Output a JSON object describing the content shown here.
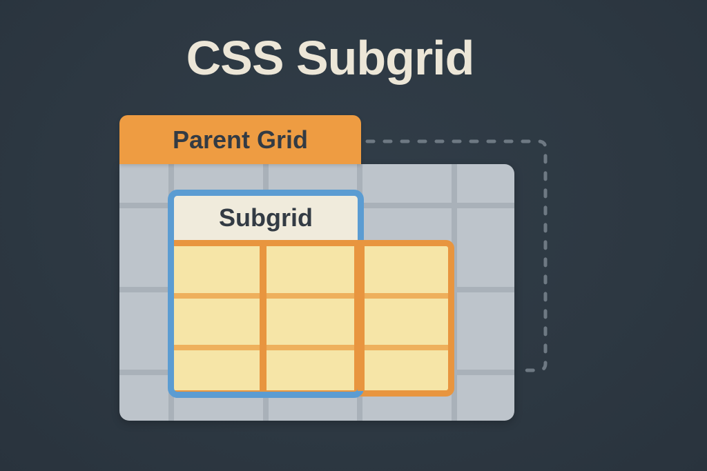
{
  "title": "CSS Subgrid",
  "diagram": {
    "parent_grid": {
      "label": "Parent Grid",
      "columns": 5,
      "rows": 4,
      "column_line_offsets": [
        71,
        208,
        344,
        481
      ],
      "row_line_offsets": [
        56,
        178,
        298
      ]
    },
    "subgrid": {
      "label": "Subgrid",
      "columns": 3,
      "rows": 3,
      "column_line_offsets": [
        129,
        266
      ],
      "row_line_offsets": [
        68,
        143
      ]
    }
  },
  "colors": {
    "background": "#2e3842",
    "title_text": "#ece6d7",
    "orange": "#ee9c42",
    "orange_border": "#e8953f",
    "orange_row_line": "#eeb05c",
    "dark_text": "#333b44",
    "panel_fill": "#bdc4cb",
    "panel_line": "#a9b1b9",
    "blue_border": "#5b9cd2",
    "cream": "#f0ebdc",
    "yellow_cell": "#f6e5a7",
    "dash": "#6e7983"
  }
}
